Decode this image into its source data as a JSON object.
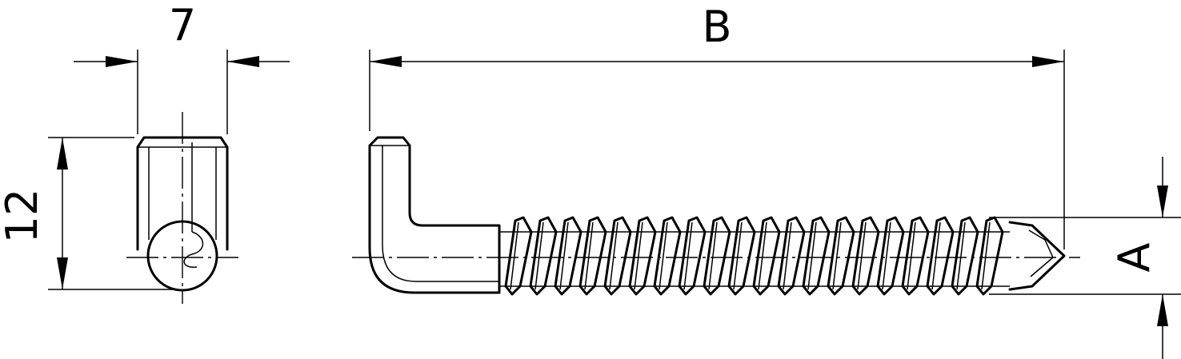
{
  "drawing": {
    "dimension_width": "7",
    "dimension_height": "12",
    "dimension_length": "B",
    "dimension_diameter": "A"
  }
}
